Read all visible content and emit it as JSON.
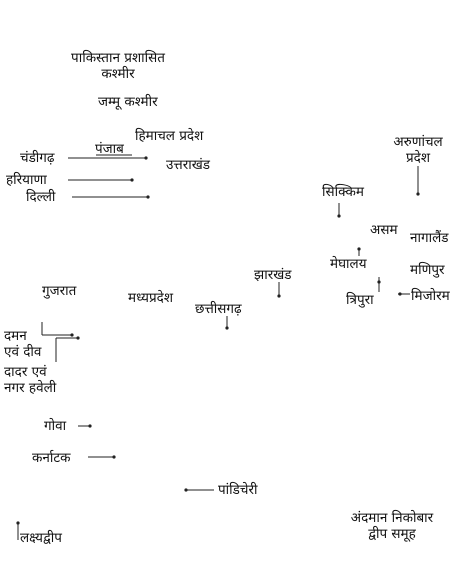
{
  "map": {
    "labels": {
      "pok_l1": "पाकिस्तान प्रशासित",
      "pok_l2": "कश्मीर",
      "jk": "जम्मू कश्मीर",
      "hp": "हिमाचल प्रदेश",
      "punjab": "पंजाब",
      "chandigarh": "चंडीगढ़",
      "uttarakhand": "उत्तराखंड",
      "haryana": "हरियाणा",
      "delhi": "दिल्ली",
      "arunachal_l1": "अरुणांचल",
      "arunachal_l2": "प्रदेश",
      "sikkim": "सिक्किम",
      "assam": "असम",
      "nagaland": "नागालैंड",
      "meghalaya": "मेघालय",
      "manipur": "मणिपुर",
      "jharkhand": "झारखंड",
      "gujarat": "गुजरात",
      "mp": "मध्यप्रदेश",
      "tripura": "त्रिपुरा",
      "mizoram": "मिजोरम",
      "chhattisgarh": "छत्तीसगढ़",
      "daman_l1": "दमन",
      "daman_l2": "एवं दीव",
      "dadra_l1": "दादर एवं",
      "dadra_l2": "नगर हवेली",
      "goa": "गोवा",
      "karnataka": "कर्नाटक",
      "pondicherry": "पांडिचेरी",
      "andaman_l1": "अंदमान निकोबार",
      "andaman_l2": "द्वीप समूह",
      "lakshadweep": "लक्ष्यद्वीप"
    },
    "line_color": "#222222",
    "text_color": "#111111"
  }
}
